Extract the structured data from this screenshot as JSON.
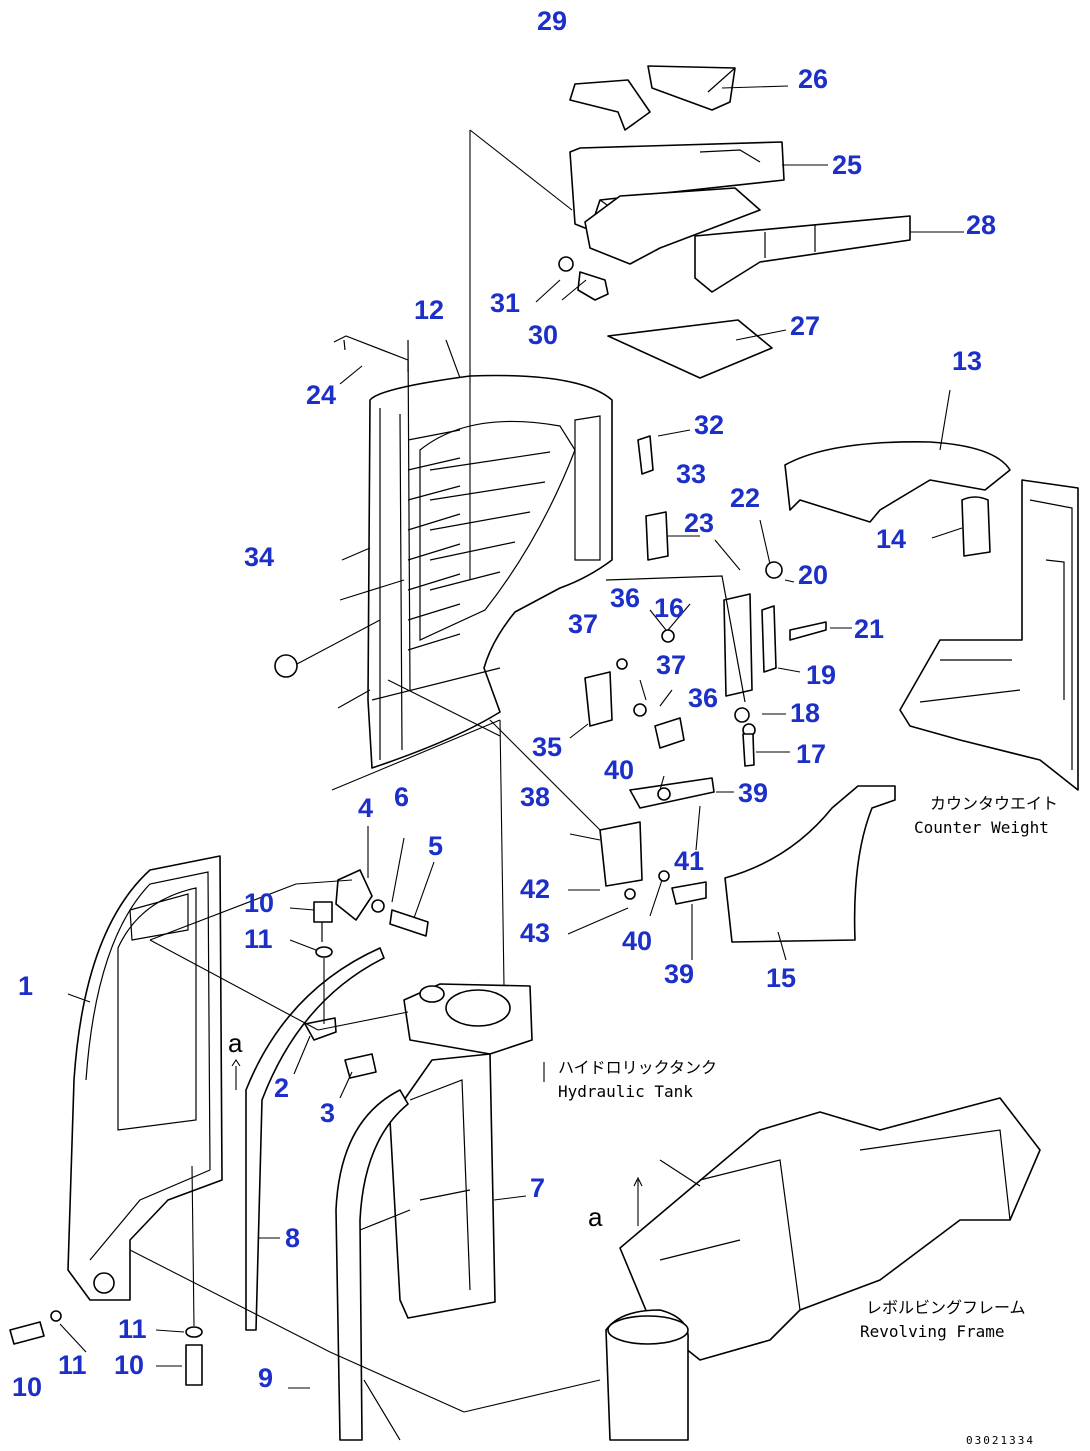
{
  "callouts": {
    "c1": "1",
    "c2": "2",
    "c3": "3",
    "c4": "4",
    "c5": "5",
    "c6": "6",
    "c7": "7",
    "c8": "8",
    "c9": "9",
    "c10a": "10",
    "c10b": "10",
    "c10c": "10",
    "c11a": "11",
    "c11b": "11",
    "c11c": "11",
    "c12": "12",
    "c13": "13",
    "c14": "14",
    "c15": "15",
    "c16": "16",
    "c17": "17",
    "c18": "18",
    "c19": "19",
    "c20": "20",
    "c21": "21",
    "c22": "22",
    "c23": "23",
    "c24": "24",
    "c25": "25",
    "c26": "26",
    "c27": "27",
    "c28": "28",
    "c29": "29",
    "c30": "30",
    "c31": "31",
    "c32": "32",
    "c33": "33",
    "c34": "34",
    "c35": "35",
    "c36a": "36",
    "c36b": "36",
    "c37a": "37",
    "c37b": "37",
    "c38": "38",
    "c39a": "39",
    "c39b": "39",
    "c40a": "40",
    "c40b": "40",
    "c41": "41",
    "c42": "42",
    "c43": "43"
  },
  "labels": {
    "counterweight_jp": "カウンタウエイト",
    "counterweight_en": "Counter Weight",
    "hydraulic_tank_jp": "ハイドロリックタンク",
    "hydraulic_tank_en": "Hydraulic Tank",
    "revolving_frame_jp": "レボルビングフレーム",
    "revolving_frame_en": "Revolving Frame",
    "view_a1": "a",
    "view_a2": "a"
  },
  "drawing_code": "03021334"
}
